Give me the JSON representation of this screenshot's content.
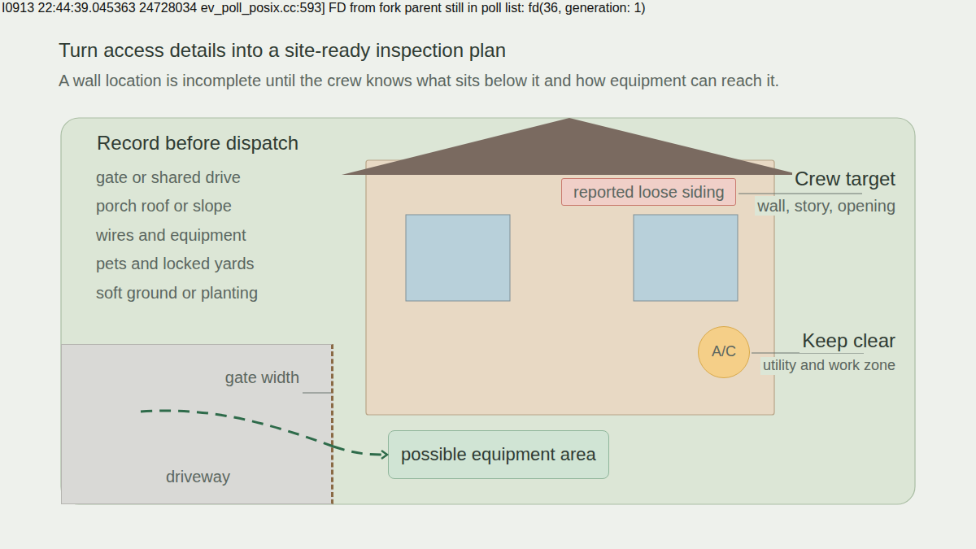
{
  "diagram": {
    "title": "Turn access details into a site-ready inspection plan",
    "caption": "A wall location is incomplete until the crew knows what sits below it and how equipment can reach it.",
    "nodes": [
      {
        "text": [
          "Record before dispatch",
          "gate or shared drive",
          "porch roof or slope",
          "wires and equipment",
          "pets and locked yards",
          "soft ground or planting"
        ]
      },
      {
        "text": [
          "reported loose siding"
        ],
        "in": 0
      },
      {
        "text": [
          "A/C"
        ],
        "in": 0
      },
      {
        "text": [
          "driveway"
        ],
        "in": 0
      },
      {
        "text": [
          "possible equipment area"
        ],
        "in": 0
      }
    ],
    "edges": [
      {
        "from": 3,
        "to": 4,
        "arrow": "to"
      }
    ],
    "labels": [
      "I0913 22:44:39.045363 24728034 ev_poll_posix.cc:593] FD from fork parent still in poll list: fd(36, generation: 1)",
      "Crew target",
      "wall, story, opening",
      "Keep clear",
      "utility and work zone",
      "gate width"
    ]
  }
}
